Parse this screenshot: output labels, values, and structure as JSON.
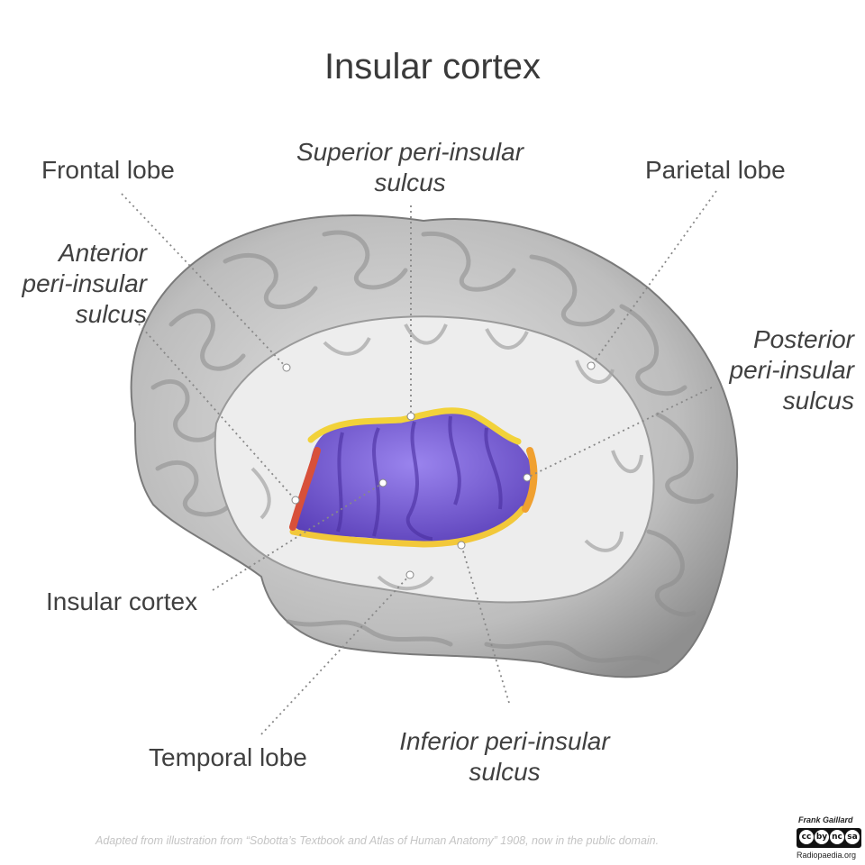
{
  "title": "Insular cortex",
  "labels": {
    "frontal_lobe": "Frontal lobe",
    "superior_sulcus": [
      "Superior peri-insular",
      "sulcus"
    ],
    "parietal_lobe": "Parietal lobe",
    "anterior_sulcus": [
      "Anterior",
      "peri-insular",
      "sulcus"
    ],
    "posterior_sulcus": [
      "Posterior",
      "peri-insular",
      "sulcus"
    ],
    "insular_cortex": "Insular cortex",
    "temporal_lobe": "Temporal lobe",
    "inferior_sulcus": [
      "Inferior peri-insular",
      "sulcus"
    ]
  },
  "footer": "Adapted from illustration from “Sobotta’s Textbook and Atlas of Human Anatomy” 1908, now in the public domain.",
  "author": "Frank Gaillard",
  "license_icons": [
    "cc",
    "by",
    "nc",
    "sa"
  ],
  "site": "Radiopaedia.org",
  "colors": {
    "insula": "#7a5fd8",
    "superior_sulcus": "#f2d23a",
    "inferior_sulcus": "#f2c83a",
    "anterior_sulcus": "#d8503a",
    "posterior_sulcus": "#f0a030",
    "brain": "#c8c8c8",
    "white_matter": "#ececec"
  }
}
